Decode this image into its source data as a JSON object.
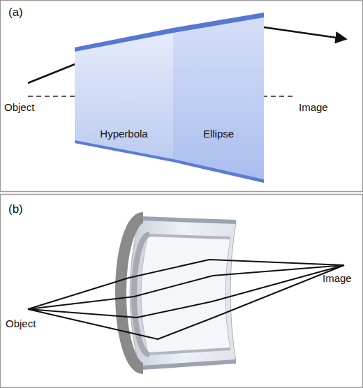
{
  "diagram": {
    "nodes": [
      {
        "text": [
          "Hyperbola"
        ]
      },
      {
        "text": [
          "Ellipse"
        ]
      }
    ],
    "labels": [
      "(a)",
      "Object",
      "Image",
      "(b)",
      "Object",
      "Image"
    ]
  }
}
